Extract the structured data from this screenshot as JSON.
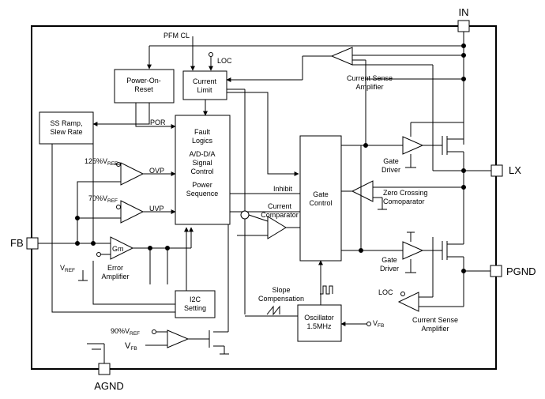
{
  "pins": {
    "in": "IN",
    "lx": "LX",
    "pgnd": "PGND",
    "fb": "FB",
    "agnd": "AGND"
  },
  "signals": {
    "pfm_cl": "PFM CL",
    "loc_top": "LOC",
    "loc_bottom": "LOC",
    "por": "POR",
    "ovp": "OVP",
    "uvp": "UVP",
    "inhibit": "Inhibit",
    "ref_125": {
      "main": "125%V",
      "sub": "REF"
    },
    "ref_70": {
      "main": "70%V",
      "sub": "REF"
    },
    "ref_err": {
      "main": "V",
      "sub": "REF"
    },
    "ref_90": {
      "main": "90%V",
      "sub": "REF"
    },
    "vfb_left": {
      "main": "V",
      "sub": "FB"
    },
    "vfb_osc": {
      "main": "V",
      "sub": "FB"
    },
    "gm": "Gm"
  },
  "blocks": {
    "power_on_reset": [
      "Power-On-",
      "Reset"
    ],
    "current_limit": [
      "Current",
      "Limit"
    ],
    "ss_ramp": [
      "SS Ramp,",
      "Slew Rate"
    ],
    "fault_logic": [
      "Fault",
      "Logics",
      "",
      "A/D-D/A",
      "Signal",
      "Control",
      "",
      "Power",
      "Sequence"
    ],
    "gate_control": [
      "Gate",
      "Control"
    ],
    "i2c": [
      "I2C",
      "Setting"
    ],
    "oscillator": [
      "Oscillator",
      "1.5MHz"
    ]
  },
  "labels": {
    "cs_amp_top": [
      "Current Sense",
      "Amplifier"
    ],
    "cs_amp_bottom": [
      "Current Sense",
      "Amplifier"
    ],
    "gate_driver_top": [
      "Gate",
      "Driver"
    ],
    "gate_driver_bottom": [
      "Gate",
      "Driver"
    ],
    "zero_cross": [
      "Zero Crossing",
      "Comoparator"
    ],
    "current_comp": [
      "Current",
      "Comparator"
    ],
    "error_amp": [
      "Error",
      "Amplifier"
    ],
    "slope_comp": [
      "Slope",
      "Compensation"
    ]
  }
}
